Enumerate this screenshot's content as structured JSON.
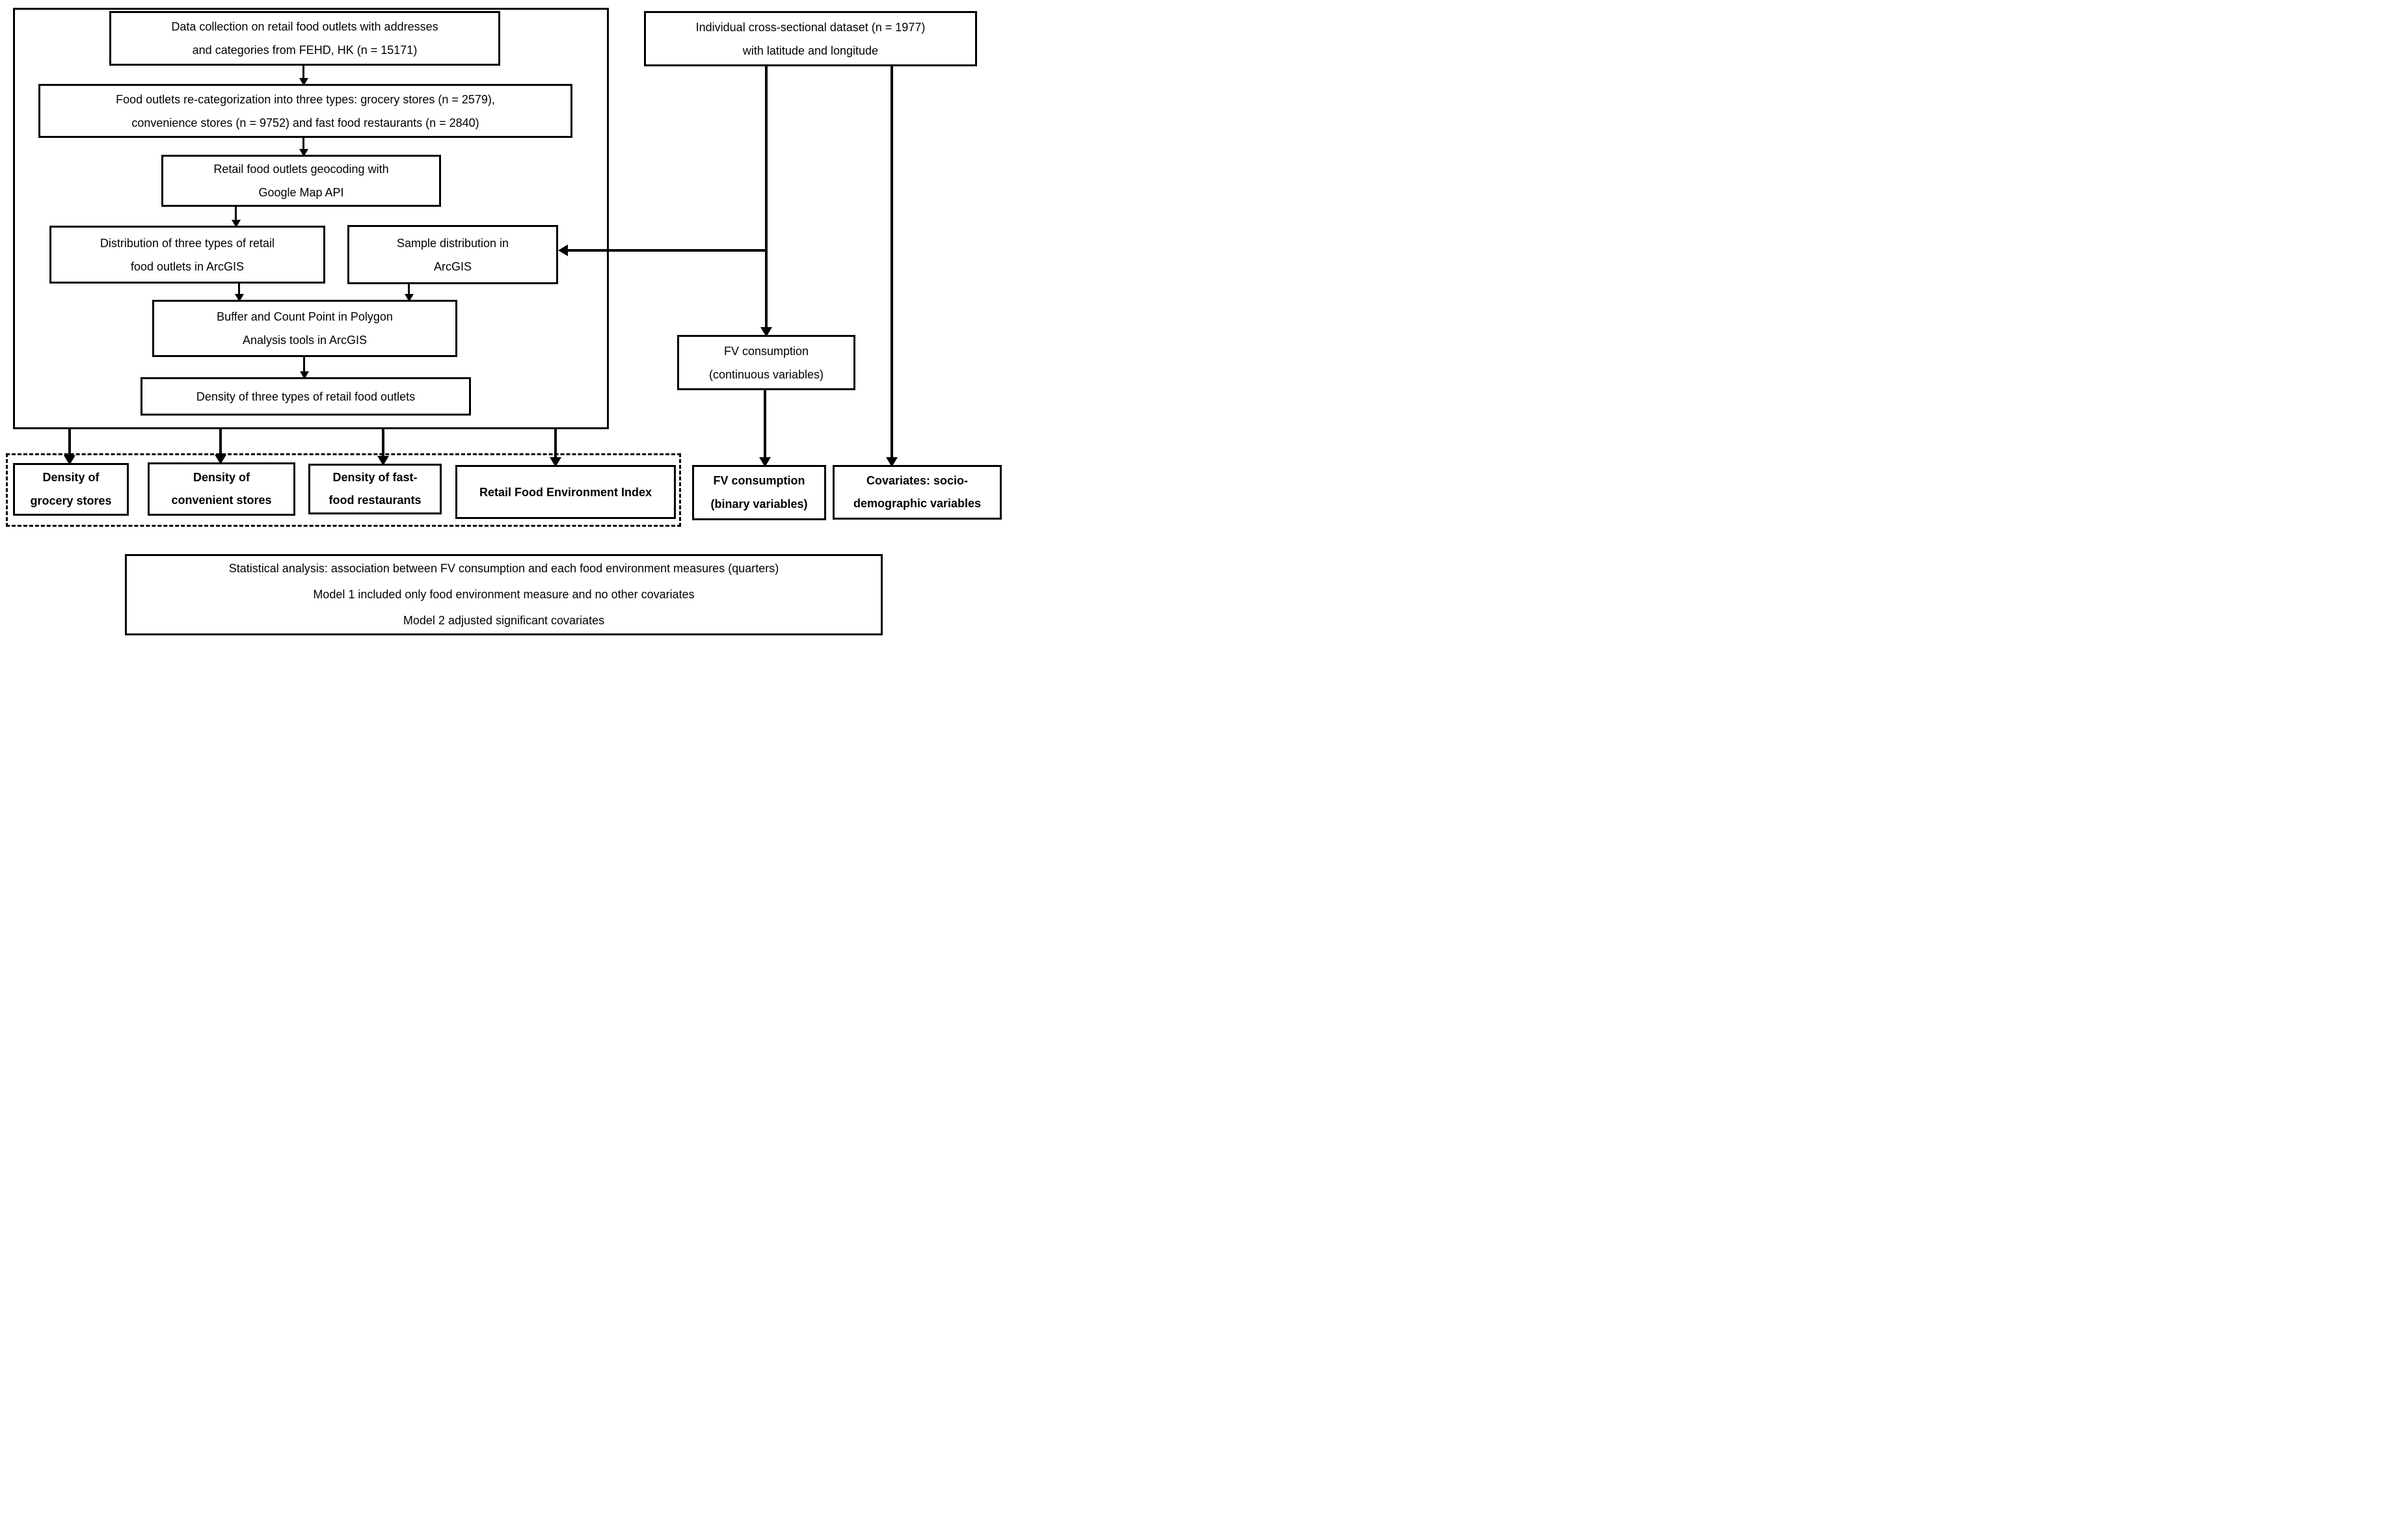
{
  "colors": {
    "ink": "#000000",
    "paper": "#ffffff"
  },
  "boxes": {
    "data_collection": "Data collection on retail food outlets with addresses\nand categories from FEHD, HK (n = 15171)",
    "recategorization": "Food outlets re-categorization into three types: grocery stores (n = 2579),\nconvenience stores (n = 9752) and fast food restaurants (n = 2840)",
    "geocoding": "Retail food outlets geocoding with\nGoogle Map API",
    "distribution_outlets": "Distribution of three types of retail\nfood outlets in ArcGIS",
    "sample_distribution": "Sample distribution in\nArcGIS",
    "buffer_count": "Buffer and Count Point in Polygon\nAnalysis tools in ArcGIS",
    "density_three_types": "Density of three types of retail food outlets",
    "individual_dataset": "Individual cross-sectional dataset (n = 1977)\nwith latitude and longitude",
    "fv_continuous": "FV consumption\n(continuous variables)",
    "density_grocery": "Density of\ngrocery stores",
    "density_convenient": "Density of\nconvenient stores",
    "density_fastfood": "Density of fast-\nfood restaurants",
    "rfei": "Retail Food Environment Index",
    "fv_binary": "FV consumption\n(binary variables)",
    "covariates": "Covariates: socio-\ndemographic variables"
  },
  "stats": {
    "line1": "Statistical analysis: association between FV consumption and each food environment measures (quarters)",
    "line2": "Model 1 included only food environment measure and no other covariates",
    "line3": "Model 2 adjusted significant covariates"
  }
}
